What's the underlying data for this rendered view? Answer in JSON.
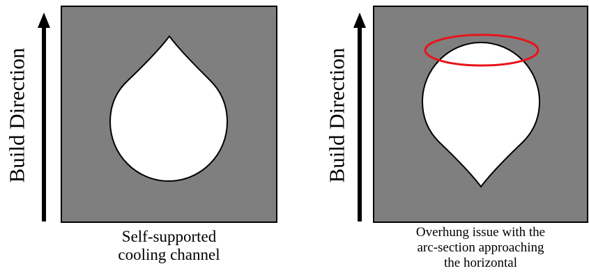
{
  "left_panel": {
    "axis_label": "Build Direction",
    "caption_lines": [
      "Self-supported",
      "cooling channel"
    ]
  },
  "right_panel": {
    "axis_label": "Build Direction",
    "caption_lines": [
      "Overhung issue with the",
      "arc-section approaching",
      "the horizontal"
    ]
  },
  "colors": {
    "background_block": "#7f7f7f",
    "channel_fill": "#ffffff",
    "outline": "#000000",
    "highlight_ellipse": "#e8141b",
    "arrow": "#000000"
  }
}
